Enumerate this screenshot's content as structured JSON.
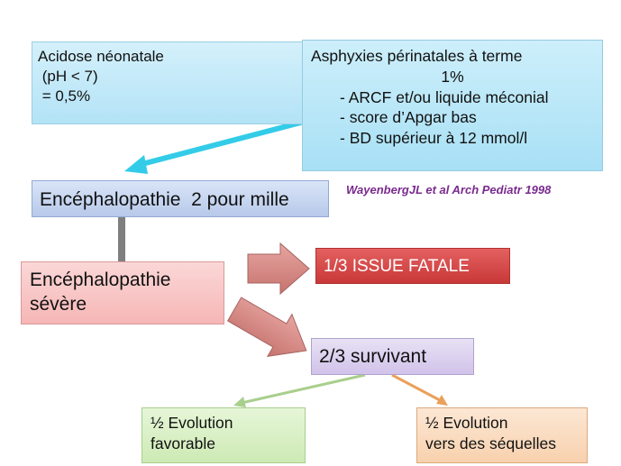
{
  "acidose": {
    "lines": [
      "Acidose néonatale",
      " (pH < 7)",
      " = 0,5%"
    ]
  },
  "asphyxie": {
    "title": "Asphyxies périnatales à terme",
    "percent": "1%",
    "items": [
      "- ARCF et/ou liquide méconial",
      "- score d’Apgar bas",
      "- BD supérieur à 12 mmol/l"
    ]
  },
  "encephalopathy": "Encéphalopathie  2 pour mille",
  "citation": "WayenbergJL  et al Arch Pediatr 1998",
  "severe": {
    "lines": [
      "Encéphalopathie",
      "sévère"
    ]
  },
  "fatal": "1/3 ISSUE FATALE",
  "survivor": "2/3 survivant",
  "favorable": {
    "lines": [
      "½ Evolution",
      "favorable"
    ]
  },
  "sequelae": {
    "lines": [
      "½ Evolution",
      "vers des séquelles"
    ]
  },
  "colors": {
    "cyan_arrow": "#33cce8",
    "connector": "#7f7f7f",
    "block_arrow": "#d58a86",
    "green_arrow": "#a9cf8d",
    "orange_arrow": "#e9a15b"
  },
  "icons": {
    "cyan_arrow": "arrow-down-left",
    "block_arrows": "block-arrow-right",
    "green_arrow": "arrow-down-left",
    "orange_arrow": "arrow-down-right"
  }
}
